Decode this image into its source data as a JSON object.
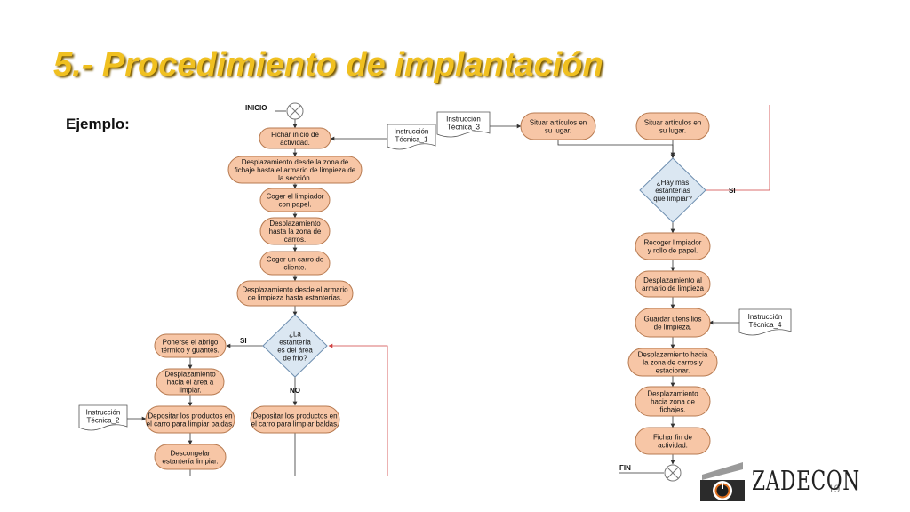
{
  "slide": {
    "title": "5.- Procedimiento de implantación",
    "subtitle": "Ejemplo:",
    "page_number": "19",
    "brand": "ZADECON"
  },
  "flow": {
    "labels": {
      "start": "INICIO",
      "end": "FIN",
      "yes": "SI",
      "no": "NO"
    },
    "steps": {
      "s1": [
        "Fichar inicio de",
        "actividad."
      ],
      "s2": [
        "Desplazamiento desde la zona de",
        "fichaje hasta el armario de limpieza de",
        "la sección."
      ],
      "s3": [
        "Coger el limpiador",
        "con papel."
      ],
      "s4": [
        "Desplazamiento",
        "hasta la zona de",
        "carros."
      ],
      "s5": [
        "Coger un carro de",
        "cliente."
      ],
      "s6": [
        "Desplazamiento desde el armario",
        "de limpieza hasta estanterías."
      ],
      "d1": [
        "¿La",
        "estantería",
        "es del área",
        "de frío?"
      ],
      "l1": [
        "Ponerse el abrigo",
        "térmico y guantes."
      ],
      "l2": [
        "Desplazamiento",
        "hacia el área a",
        "limpiar."
      ],
      "l3": [
        "Depositar los productos en",
        "el carro para limpiar baldas."
      ],
      "l4": [
        "Descongelar",
        "estantería limpiar."
      ],
      "m1": [
        "Depositar los productos en",
        "el carro para limpiar baldas."
      ],
      "r0": [
        "Situar artículos en",
        "su lugar."
      ],
      "r1": [
        "Situar artículos en",
        "su lugar."
      ],
      "d2": [
        "¿Hay más",
        "estanterías",
        "que limpiar?"
      ],
      "r2": [
        "Recoger limpiador",
        "y rollo de papel."
      ],
      "r3": [
        "Desplazamiento al",
        "armario de limpieza"
      ],
      "r4": [
        "Guardar utensilios",
        "de limpieza."
      ],
      "r5": [
        "Desplazamiento hacia",
        "la zona de carros y",
        "estacionar."
      ],
      "r6": [
        "Desplazamiento",
        "hacia zona de",
        "fichajes."
      ],
      "r7": [
        "Fichar fin de",
        "actividad."
      ]
    },
    "docs": {
      "it1": [
        "Instrucción",
        "Técnica_1"
      ],
      "it2": [
        "Instrucción",
        "Técnica_2"
      ],
      "it3": [
        "Instrucción",
        "Técnica_3"
      ],
      "it4": [
        "Instrucción",
        "Técnica_4"
      ]
    }
  }
}
